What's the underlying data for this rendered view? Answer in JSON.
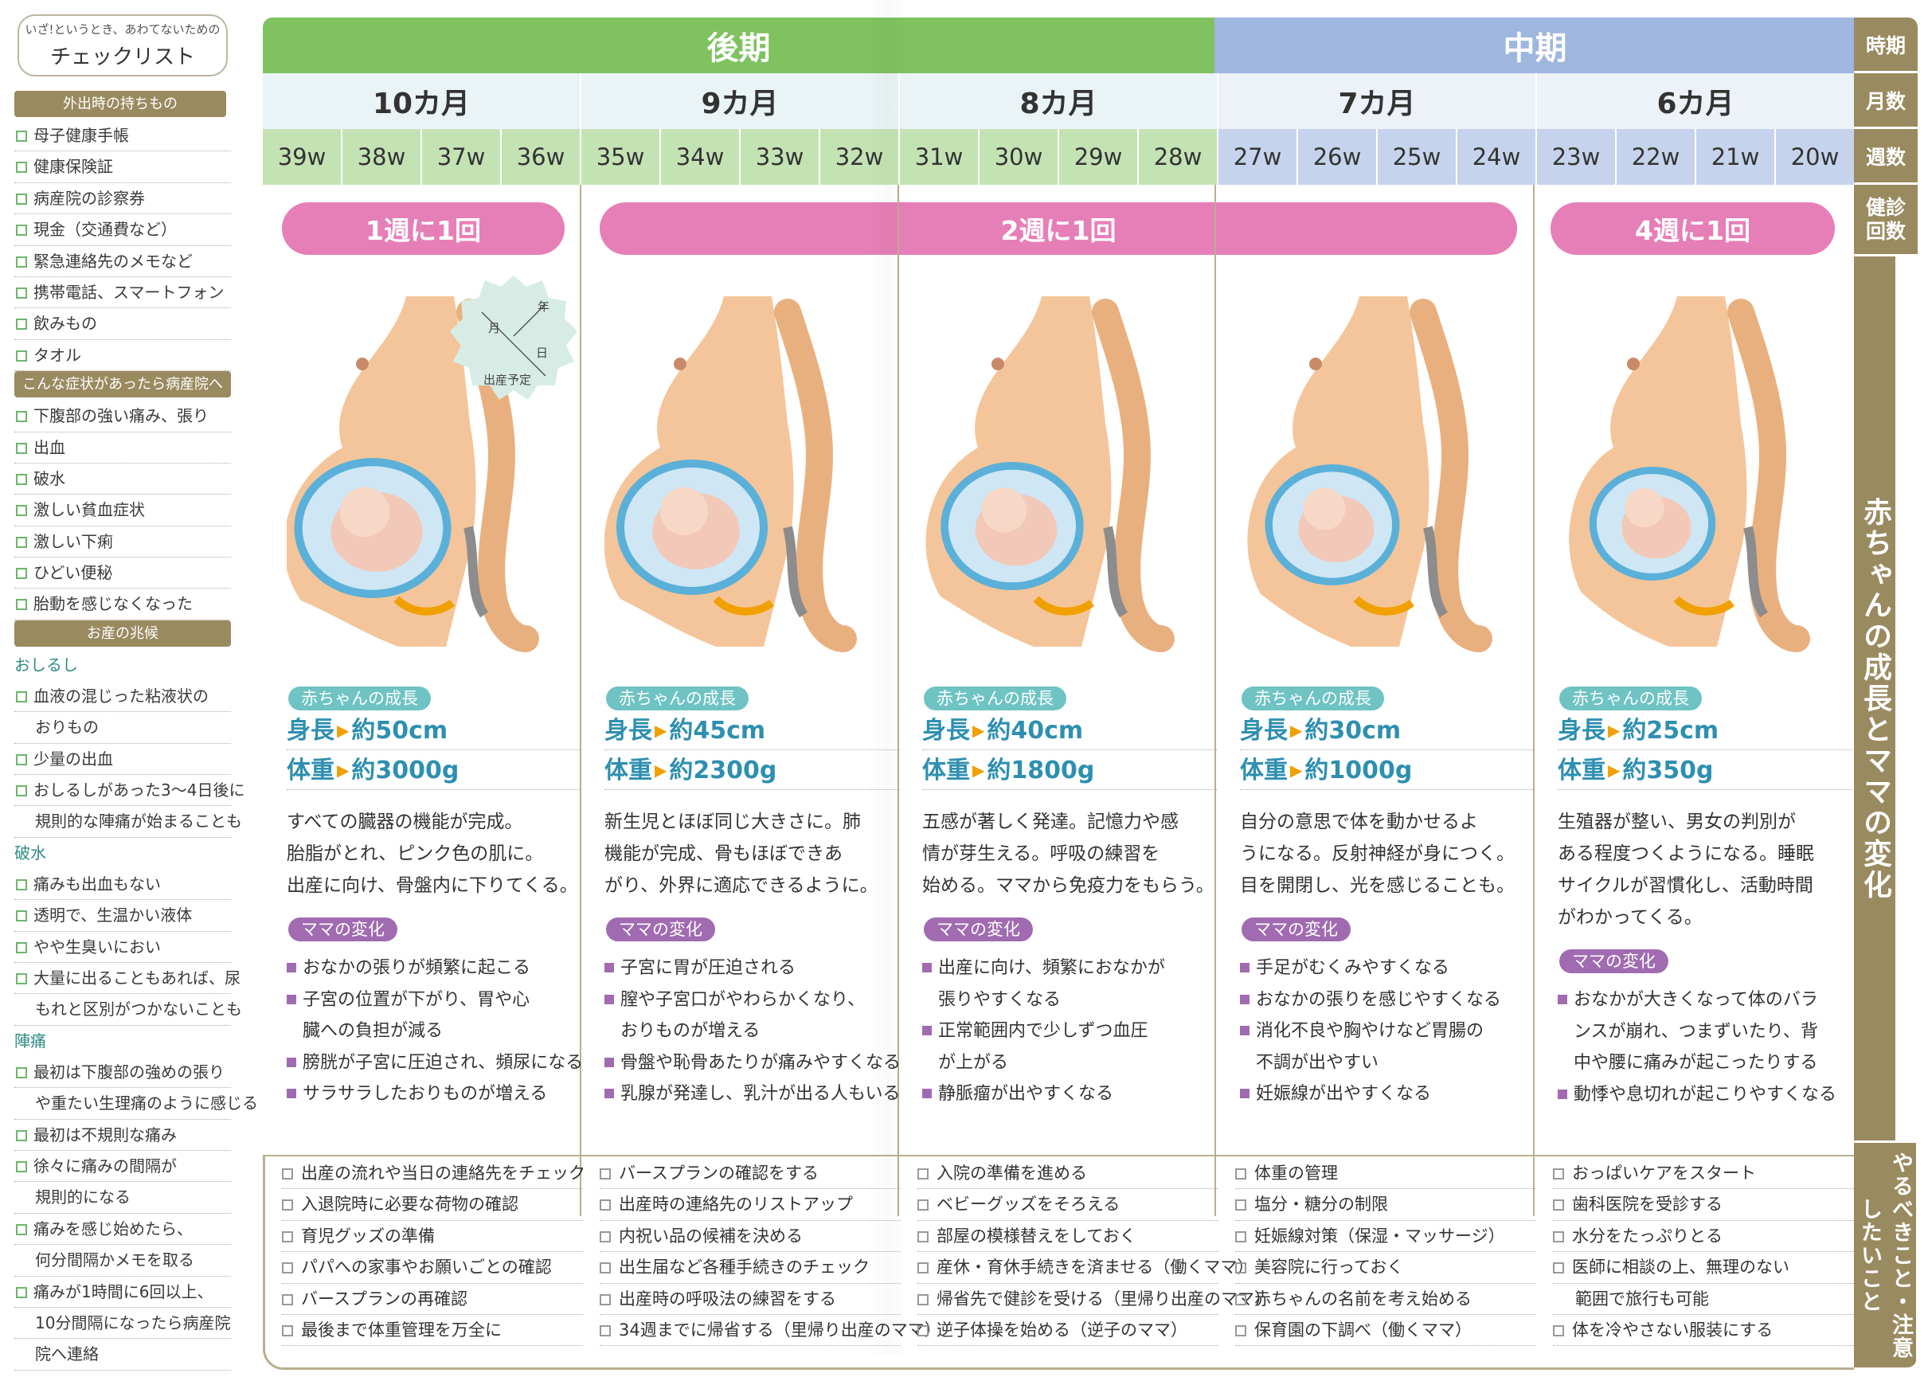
{
  "sidebar": {
    "title_line1": "いざ!というとき、あわてないための",
    "title_line2": "チェックリスト",
    "sec1": {
      "header": "外出時の持ちもの",
      "items": [
        "母子健康手帳",
        "健康保険証",
        "病産院の診察券",
        "現金（交通費など）",
        "緊急連絡先のメモなど",
        "携帯電話、スマートフォン",
        "飲みもの",
        "タオル"
      ]
    },
    "sec2": {
      "header": "こんな症状があったら病産院へ",
      "items": [
        "下腹部の強い痛み、張り",
        "出血",
        "破水",
        "激しい貧血症状",
        "激しい下痢",
        "ひどい便秘",
        "胎動を感じなくなった"
      ]
    },
    "sec3": {
      "header": "お産の兆候",
      "cat1": "おしるし",
      "cat1_items": [
        {
          "t": "血液の混じった粘液状の",
          "cb": true
        },
        {
          "t": "おりもの",
          "cb": false
        },
        {
          "t": "少量の出血",
          "cb": true
        },
        {
          "t": "おしるしがあった3〜4日後に",
          "cb": true
        },
        {
          "t": "規則的な陣痛が始まることも",
          "cb": false
        }
      ],
      "cat2": "破水",
      "cat2_items": [
        {
          "t": "痛みも出血もない",
          "cb": true
        },
        {
          "t": "透明で、生温かい液体",
          "cb": true
        },
        {
          "t": "やや生臭いにおい",
          "cb": true
        },
        {
          "t": "大量に出ることもあれば、尿",
          "cb": true
        },
        {
          "t": "もれと区別がつかないことも",
          "cb": false
        }
      ],
      "cat3": "陣痛",
      "cat3_items": [
        {
          "t": "最初は下腹部の強めの張り",
          "cb": true
        },
        {
          "t": "や重たい生理痛のように感じる",
          "cb": false
        },
        {
          "t": "最初は不規則な痛み",
          "cb": true
        },
        {
          "t": "徐々に痛みの間隔が",
          "cb": true
        },
        {
          "t": "規則的になる",
          "cb": false
        },
        {
          "t": "痛みを感じ始めたら、",
          "cb": true
        },
        {
          "t": "何分間隔かメモを取る",
          "cb": false
        },
        {
          "t": "痛みが1時間に6回以上、",
          "cb": true
        },
        {
          "t": "10分間隔になったら病産院",
          "cb": false
        },
        {
          "t": "院へ連絡",
          "cb": false
        }
      ]
    }
  },
  "header": {
    "later": "後期",
    "middle": "中期",
    "months": [
      "10カ月",
      "9カ月",
      "8カ月",
      "7カ月",
      "6カ月"
    ],
    "weeks": [
      "39w",
      "38w",
      "37w",
      "36w",
      "35w",
      "34w",
      "33w",
      "32w",
      "31w",
      "30w",
      "29w",
      "28w",
      "27w",
      "26w",
      "25w",
      "24w",
      "23w",
      "22w",
      "21w",
      "20w"
    ],
    "checkup": [
      "1週に1回",
      "2週に1回",
      "4週に1回"
    ]
  },
  "right_labels": {
    "period": "時期",
    "months": "月数",
    "weeks": "週数",
    "checkups": "健診回数",
    "changes": "赤ちゃんの成長とママの変化",
    "todo": "やるべきこと・注意したいこと"
  },
  "clock": {
    "year": "年",
    "month": "月",
    "day": "日",
    "label": "出産予定"
  },
  "baby_tag": "赤ちゃんの成長",
  "mama_tag": "ママの変化",
  "height_label": "身長",
  "weight_label": "体重",
  "columns": [
    {
      "height": "約50cm",
      "weight": "約3000g",
      "desc": [
        "すべての臓器の機能が完成。",
        "胎脂がとれ、ピンク色の肌に。",
        "出産に向け、骨盤内に下りてくる。"
      ],
      "mama": [
        {
          "t": "おなかの張りが頻繁に起こる",
          "b": true
        },
        {
          "t": "子宮の位置が下がり、胃や心",
          "b": true
        },
        {
          "t": "臓への負担が減る",
          "b": false
        },
        {
          "t": "膀胱が子宮に圧迫され、頻尿になる",
          "b": true
        },
        {
          "t": "サラサラしたおりものが増える",
          "b": true
        }
      ],
      "todo": [
        "出産の流れや当日の連絡先をチェック",
        "入退院時に必要な荷物の確認",
        "育児グッズの準備",
        "パパへの家事やお願いごとの確認",
        "バースプランの再確認",
        "最後まで体重管理を万全に"
      ]
    },
    {
      "height": "約45cm",
      "weight": "約2300g",
      "desc": [
        "新生児とほぼ同じ大きさに。肺",
        "機能が完成、骨もほぼできあ",
        "がり、外界に適応できるように。"
      ],
      "mama": [
        {
          "t": "子宮に胃が圧迫される",
          "b": true
        },
        {
          "t": "膣や子宮口がやわらかくなり、",
          "b": true
        },
        {
          "t": "おりものが増える",
          "b": false
        },
        {
          "t": "骨盤や恥骨あたりが痛みやすくなる",
          "b": true
        },
        {
          "t": "乳腺が発達し、乳汁が出る人もいる",
          "b": true
        }
      ],
      "todo": [
        "バースプランの確認をする",
        "出産時の連絡先のリストアップ",
        "内祝い品の候補を決める",
        "出生届など各種手続きのチェック",
        "出産時の呼吸法の練習をする",
        "34週までに帰省する（里帰り出産のママ）"
      ]
    },
    {
      "height": "約40cm",
      "weight": "約1800g",
      "desc": [
        "五感が著しく発達。記憶力や感",
        "情が芽生える。呼吸の練習を",
        "始める。ママから免疫力をもらう。"
      ],
      "mama": [
        {
          "t": "出産に向け、頻繁におなかが",
          "b": true
        },
        {
          "t": "張りやすくなる",
          "b": false
        },
        {
          "t": "正常範囲内で少しずつ血圧",
          "b": true
        },
        {
          "t": "が上がる",
          "b": false
        },
        {
          "t": "静脈瘤が出やすくなる",
          "b": true
        }
      ],
      "todo": [
        "入院の準備を進める",
        "ベビーグッズをそろえる",
        "部屋の模様替えをしておく",
        "産休・育休手続きを済ませる（働くママ）",
        "帰省先で健診を受ける（里帰り出産のママ）",
        "逆子体操を始める（逆子のママ）"
      ]
    },
    {
      "height": "約30cm",
      "weight": "約1000g",
      "desc": [
        "自分の意思で体を動かせるよ",
        "うになる。反射神経が身につく。",
        "目を開閉し、光を感じることも。"
      ],
      "mama": [
        {
          "t": "手足がむくみやすくなる",
          "b": true
        },
        {
          "t": "おなかの張りを感じやすくなる",
          "b": true
        },
        {
          "t": "消化不良や胸やけなど胃腸の",
          "b": true
        },
        {
          "t": "不調が出やすい",
          "b": false
        },
        {
          "t": "妊娠線が出やすくなる",
          "b": true
        }
      ],
      "todo": [
        "体重の管理",
        "塩分・糖分の制限",
        "妊娠線対策（保湿・マッサージ）",
        "美容院に行っておく",
        "赤ちゃんの名前を考え始める",
        "保育園の下調べ（働くママ）"
      ]
    },
    {
      "height": "約25cm",
      "weight": "約350g",
      "desc": [
        "生殖器が整い、男女の判別が",
        "ある程度つくようになる。睡眠",
        "サイクルが習慣化し、活動時間",
        "がわかってくる。"
      ],
      "mama": [
        {
          "t": "おなかが大きくなって体のバラ",
          "b": true
        },
        {
          "t": "ンスが崩れ、つまずいたり、背",
          "b": false
        },
        {
          "t": "中や腰に痛みが起こったりする",
          "b": false
        },
        {
          "t": "動悸や息切れが起こりやすくなる",
          "b": true
        }
      ],
      "todo": [
        "おっぱいケアをスタート",
        "歯科医院を受診する",
        "水分をたっぷりとる",
        "医師に相談の上、無理のない",
        "範囲で旅行も可能",
        "体を冷やさない服装にする"
      ]
    }
  ],
  "colors": {
    "later_green": "#7fc25f",
    "middle_blue": "#9fb6df",
    "checkup_pink": "#e67fb7",
    "olive": "#9a8a60",
    "baby_teal": "#6fc3c3",
    "mama_purple": "#a06bb0",
    "skin": "#f4c59a"
  },
  "icons": {
    "checkbox": "checkbox-icon",
    "arrow": "triangle-arrow-icon",
    "bullet": "square-bullet-icon"
  }
}
